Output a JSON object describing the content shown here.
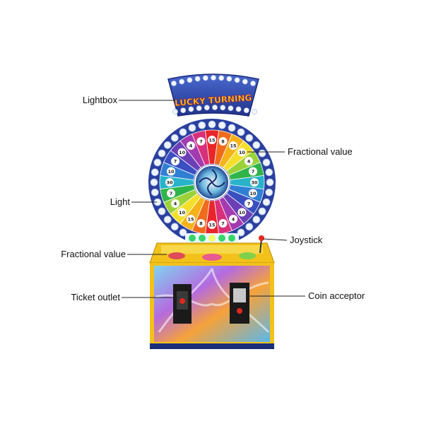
{
  "product": {
    "marquee_text": "LUCKY TURNING"
  },
  "wheel": {
    "segment_values": [
      "15",
      "8",
      "15",
      "10",
      "4",
      "7",
      "30",
      "10",
      "7",
      "10",
      "4",
      "7",
      "15",
      "8",
      "15",
      "10",
      "4",
      "7",
      "30",
      "10",
      "7",
      "10",
      "4",
      "7"
    ],
    "segment_colors": [
      "#e8262a",
      "#f06b1c",
      "#f6b219",
      "#f4e02b",
      "#9bd23a",
      "#2fb44a",
      "#27b3c9",
      "#2f7fd4",
      "#3a4fc0",
      "#6b3fb6",
      "#a43ab0",
      "#d8307a",
      "#e8262a",
      "#f06b1c",
      "#f6b219",
      "#f4e02b",
      "#9bd23a",
      "#2fb44a",
      "#27b3c9",
      "#2f7fd4",
      "#3a4fc0",
      "#6b3fb6",
      "#a43ab0",
      "#d8307a"
    ]
  },
  "callouts": {
    "lightbox": "Lightbox",
    "fractional_value_top": "Fractional value",
    "light": "Light",
    "joystick": "Joystick",
    "fractional_value_bottom": "Fractional value",
    "ticket_outlet": "Ticket outlet",
    "coin_acceptor": "Coin acceptor"
  },
  "colors": {
    "cabinet_yellow": "#f2c21b",
    "wheel_rim": "#2a3f9e",
    "marquee_blue": "#3550b5",
    "leader_line": "#222222"
  }
}
